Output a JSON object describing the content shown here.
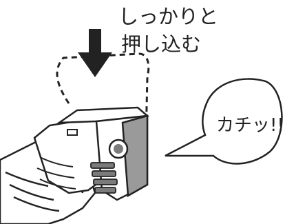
{
  "instruction": {
    "line1": "しっかりと",
    "line2": "押し込む"
  },
  "speech_bubble": {
    "text": "カチッ!!"
  },
  "icons": {
    "arrow": "down-arrow-icon",
    "battery": "battery-pack-icon",
    "tool": "power-tool-icon"
  },
  "colors": {
    "line": "#222222",
    "battery_side": "#9a9a9a",
    "battery_dark": "#7b7b7b",
    "background": "#ffffff"
  }
}
